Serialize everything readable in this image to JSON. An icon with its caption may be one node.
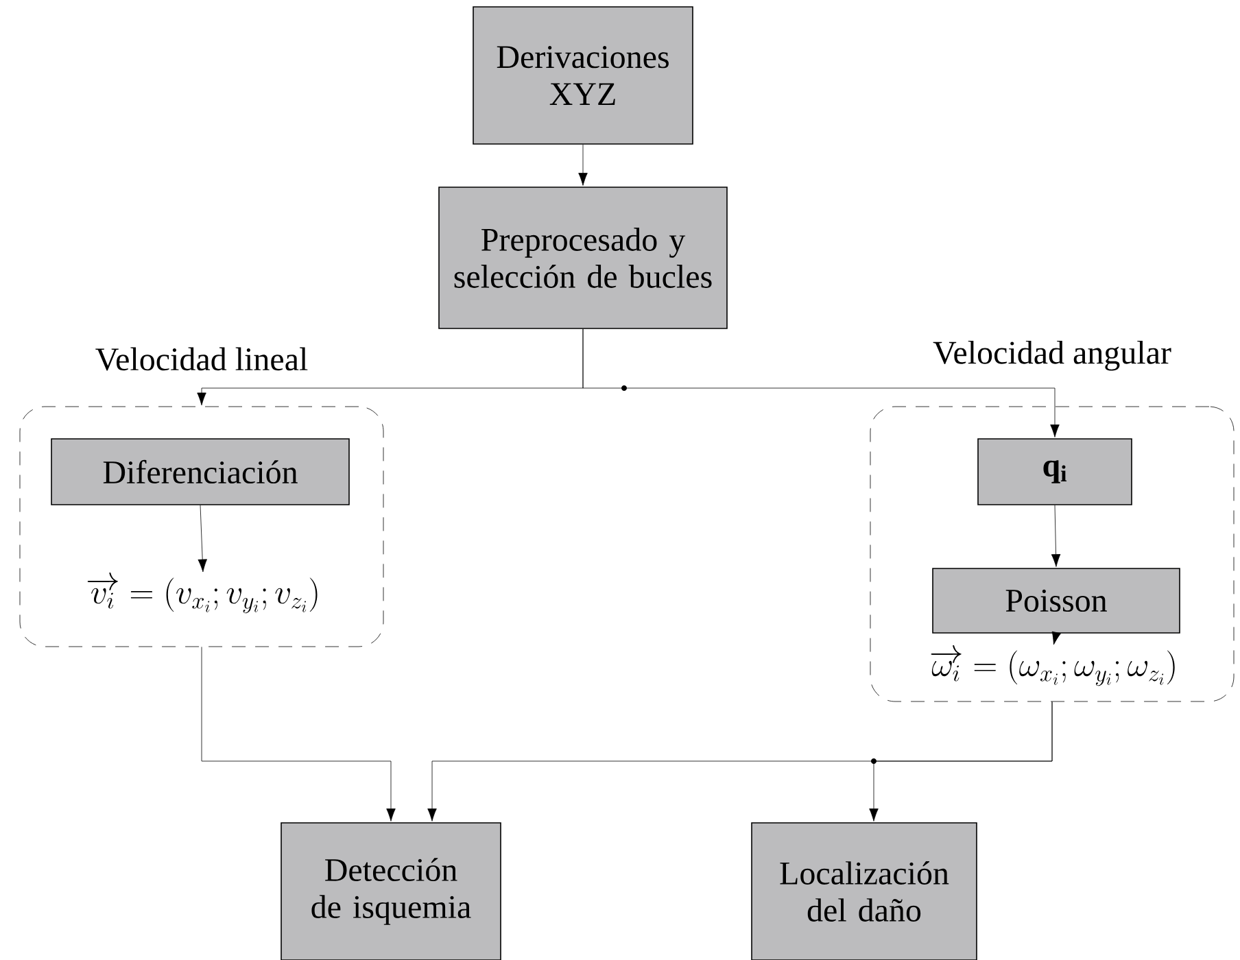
{
  "diagram": {
    "nodes": [
      {
        "text": [
          "Derivaciones XYZ"
        ]
      },
      {
        "text": [
          "Preprocesado y selección de bucles"
        ]
      },
      {
        "text": [
          "Velocidad lineal"
        ]
      },
      {
        "text": [
          "Diferenciación"
        ],
        "in": 2
      },
      {
        "text": [
          "\\overrightarrow{v_i} = (v_{x_i};v_{y_i};v_{z_i})"
        ],
        "in": 2
      },
      {
        "text": [
          "Velocidad angular"
        ]
      },
      {
        "text": [
          "\\mathbf{q_i}"
        ],
        "in": 5
      },
      {
        "text": [
          "Poisson"
        ],
        "in": 5
      },
      {
        "text": [
          "\\overrightarrow{\\omega_i} = (\\omega_{x_i};\\omega_{y_i};\\omega_{z_i})"
        ],
        "in": 5
      },
      {
        "text": [
          "Detección de isquemia"
        ]
      },
      {
        "text": [
          "Localización del daño"
        ]
      }
    ],
    "edges": [
      {
        "from": 0,
        "to": 1,
        "arrow": "to"
      },
      {
        "from": 1,
        "to": 2,
        "arrow": "to"
      },
      {
        "from": 1,
        "to": 6,
        "arrow": "to"
      },
      {
        "from": 3,
        "to": 4,
        "arrow": "to"
      },
      {
        "from": 6,
        "to": 7,
        "arrow": "to"
      },
      {
        "from": 7,
        "to": 8,
        "arrow": "to"
      },
      {
        "from": 2,
        "to": 9,
        "arrow": "to"
      },
      {
        "from": 5,
        "to": 9,
        "arrow": "to"
      },
      {
        "from": 5,
        "to": 10,
        "arrow": "to"
      }
    ]
  }
}
